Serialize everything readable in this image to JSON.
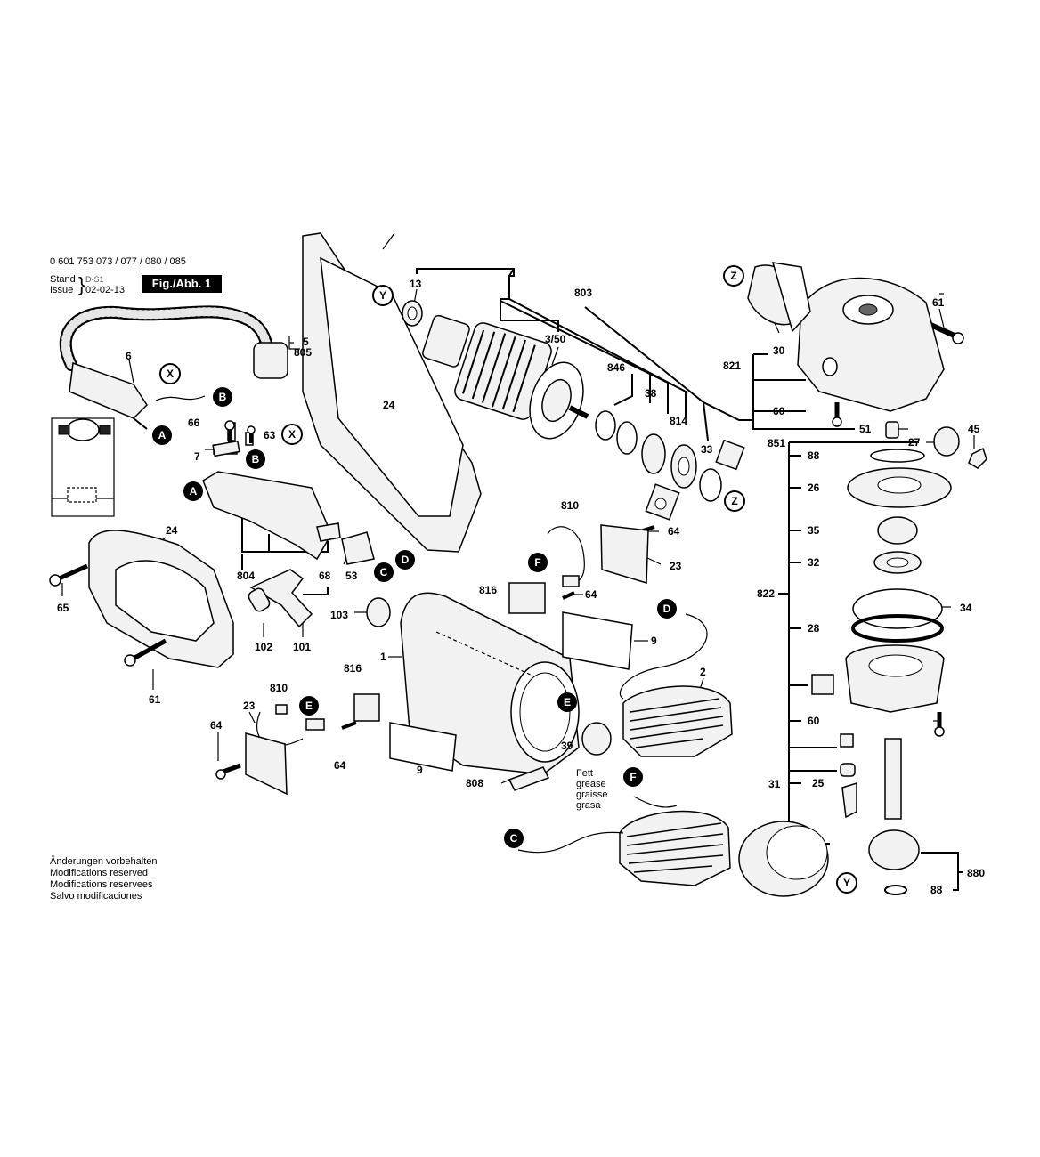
{
  "header": {
    "model": "0 601 753 073 / 077 / 080 / 085",
    "stand_label": "Stand",
    "stand_value": "D-S1",
    "issue_label": "Issue",
    "issue_value": "02-02-13",
    "fig_label": "Fig./Abb. 1"
  },
  "notes": [
    "Änderungen vorbehalten",
    "Modifications reserved",
    "Modifications reservees",
    "Salvo modificaciones"
  ],
  "grease_note": [
    "Fett",
    "grease",
    "graisse",
    "grasa"
  ],
  "connectors": [
    "A",
    "B",
    "C",
    "D",
    "E",
    "F",
    "X",
    "Y",
    "Z"
  ],
  "parts": {
    "p1": "1",
    "p2": "2",
    "p3_50": "3/50",
    "p5": "5",
    "p6": "6",
    "p7": "7",
    "p9a": "9",
    "p9b": "9",
    "p13": "13",
    "p23a": "23",
    "p23b": "23",
    "p24a": "24",
    "p24b": "24",
    "p25": "25",
    "p26": "26",
    "p27": "27",
    "p28": "28",
    "p30": "30",
    "p31": "31",
    "p32": "32",
    "p33": "33",
    "p34": "34",
    "p35": "35",
    "p38": "38",
    "p39": "39",
    "p45": "45",
    "p51": "51",
    "p53": "53",
    "p60a": "60",
    "p60b": "60",
    "p61a": "61",
    "p61b": "61",
    "p63": "63",
    "p64a": "64",
    "p64b": "64",
    "p64c": "64",
    "p64d": "64",
    "p65": "65",
    "p66": "66",
    "p68": "68",
    "p88a": "88",
    "p88b": "88",
    "p101": "101",
    "p102": "102",
    "p103": "103",
    "p803": "803",
    "p804": "804",
    "p805": "805",
    "p808": "808",
    "p810a": "810",
    "p810b": "810",
    "p814": "814",
    "p816a": "816",
    "p816b": "816",
    "p821": "821",
    "p822": "822",
    "p846": "846",
    "p851": "851",
    "p880": "880"
  }
}
